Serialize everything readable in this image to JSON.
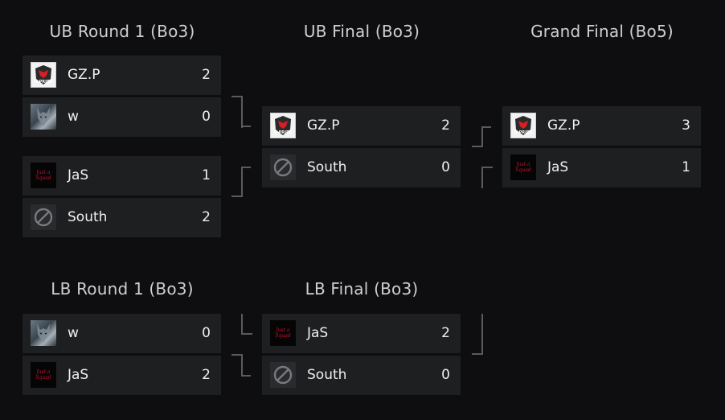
{
  "rounds": {
    "ub_r1": "UB Round 1 (Bo3)",
    "ub_final": "UB Final (Bo3)",
    "grand_final": "Grand Final (Bo5)",
    "lb_r1": "LB Round 1 (Bo3)",
    "lb_final": "LB Final (Bo3)"
  },
  "matches": {
    "ub_r1_m1": [
      {
        "name": "GZ.P",
        "score": "2",
        "logo": "g-pride-logo"
      },
      {
        "name": "w",
        "score": "0",
        "logo": "wolf-logo"
      }
    ],
    "ub_r1_m2": [
      {
        "name": "JaS",
        "score": "1",
        "logo": "just-a-squad-logo"
      },
      {
        "name": "South",
        "score": "2",
        "logo": "no-logo-icon"
      }
    ],
    "ub_final": [
      {
        "name": "GZ.P",
        "score": "2",
        "logo": "g-pride-logo"
      },
      {
        "name": "South",
        "score": "0",
        "logo": "no-logo-icon"
      }
    ],
    "grand_final": [
      {
        "name": "GZ.P",
        "score": "3",
        "logo": "g-pride-logo"
      },
      {
        "name": "JaS",
        "score": "1",
        "logo": "just-a-squad-logo"
      }
    ],
    "lb_r1": [
      {
        "name": "w",
        "score": "0",
        "logo": "wolf-logo"
      },
      {
        "name": "JaS",
        "score": "2",
        "logo": "just-a-squad-logo"
      }
    ],
    "lb_final": [
      {
        "name": "JaS",
        "score": "2",
        "logo": "just-a-squad-logo"
      },
      {
        "name": "South",
        "score": "0",
        "logo": "no-logo-icon"
      }
    ]
  },
  "logos": {
    "gzp_text": "G-PRIDE",
    "jas_text": "Just a Squad"
  },
  "colors": {
    "background": "#0e0e10",
    "row": "#1e1f21",
    "connector": "#5a5a5c",
    "jas_red": "#c8102e"
  }
}
